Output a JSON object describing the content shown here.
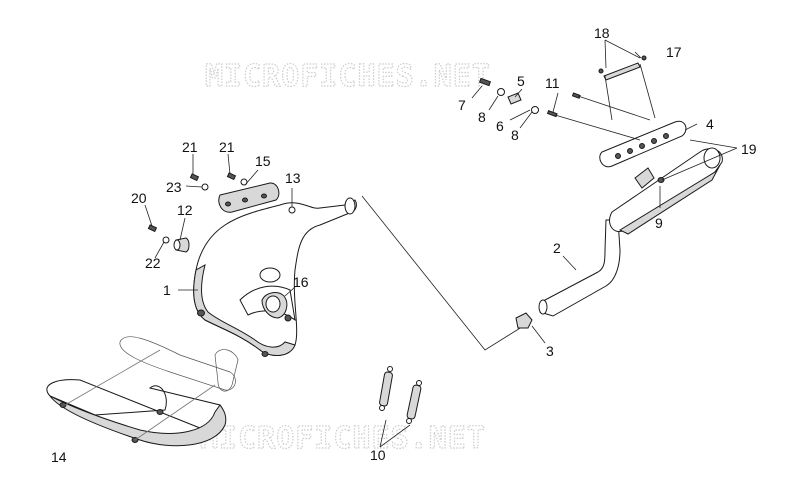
{
  "watermark": "MICROFICHES.NET",
  "callouts": {
    "c1": "1",
    "c2": "2",
    "c3": "3",
    "c4": "4",
    "c5": "5",
    "c6": "6",
    "c7": "7",
    "c8a": "8",
    "c8b": "8",
    "c9": "9",
    "c10": "10",
    "c11": "11",
    "c12": "12",
    "c13": "13",
    "c14": "14",
    "c15": "15",
    "c16": "16",
    "c17": "17",
    "c18": "18",
    "c19": "19",
    "c20": "20",
    "c21a": "21",
    "c21b": "21",
    "c22": "22",
    "c23": "23"
  }
}
